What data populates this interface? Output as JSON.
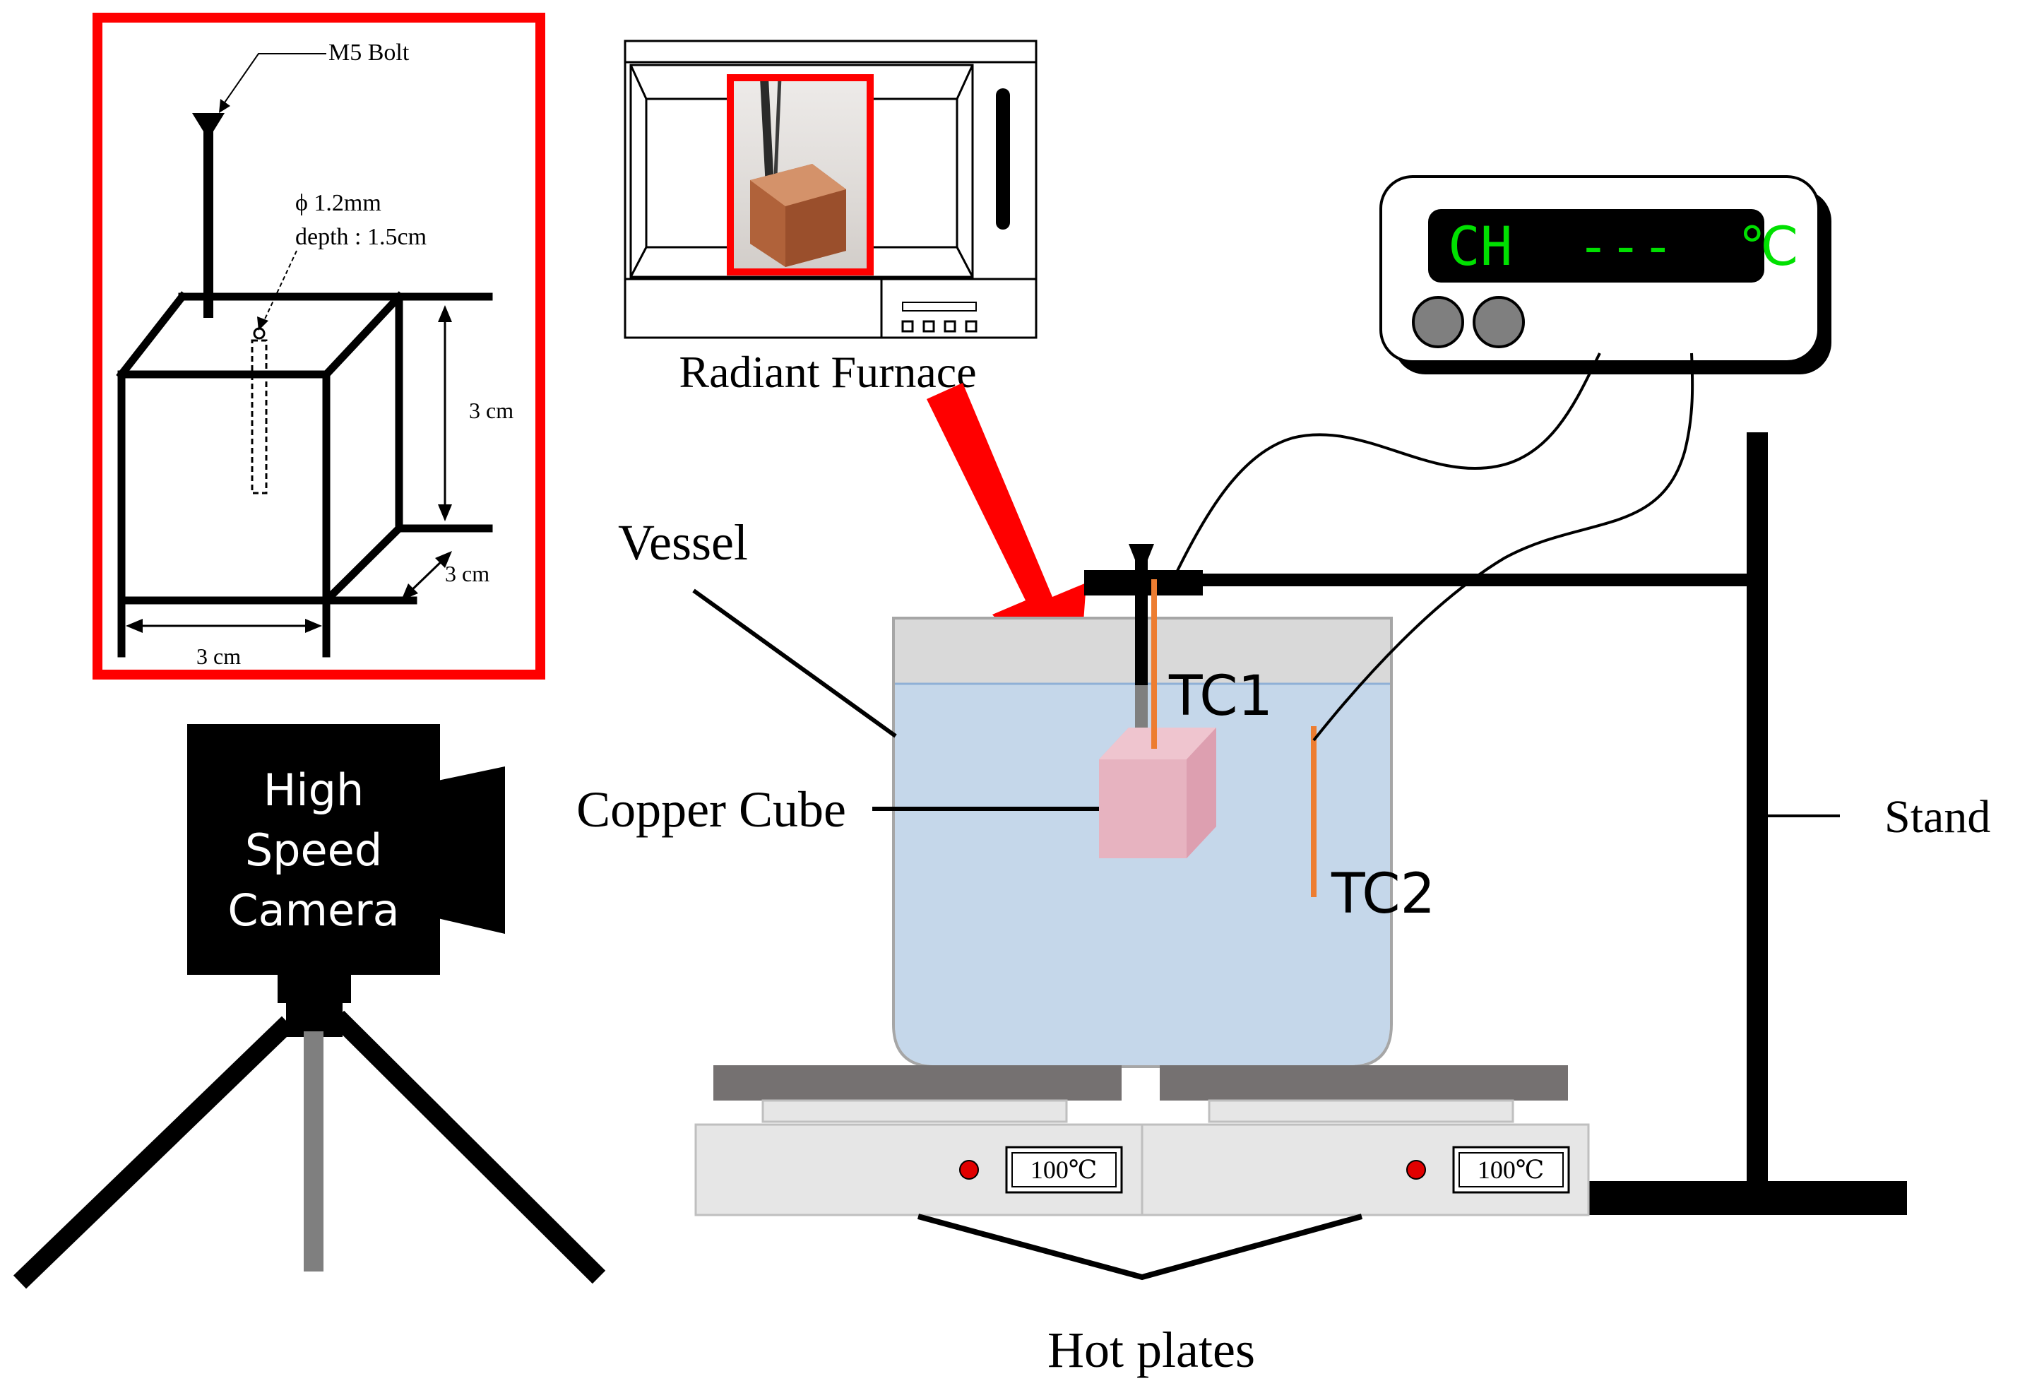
{
  "inset": {
    "bolt_label": "M5 Bolt",
    "hole_diameter": "ϕ 1.2mm",
    "hole_depth": "depth : 1.5cm",
    "height_dim": "3 cm",
    "depth_dim": "3 cm",
    "width_dim": "3 cm"
  },
  "furnace": {
    "label": "Radiant Furnace"
  },
  "thermometer": {
    "display_text": "CH  ---  ℃"
  },
  "labels": {
    "vessel": "Vessel",
    "copper_cube": "Copper Cube",
    "tc1": "TC1",
    "tc2": "TC2",
    "stand": "Stand",
    "hot_plates": "Hot plates"
  },
  "camera": {
    "line1": "High",
    "line2": "Speed",
    "line3": "Camera"
  },
  "hot_plates": [
    {
      "setting": "100℃"
    },
    {
      "setting": "100℃"
    }
  ],
  "colors": {
    "highlight_red": "#ff0000",
    "water": "#c5d7ea",
    "copper_cube": "#e7b3c0",
    "thermocouple": "#ed7d31",
    "display_green": "#00e000",
    "plate_top": "#757171",
    "plate_base": "#e6e6e6"
  }
}
